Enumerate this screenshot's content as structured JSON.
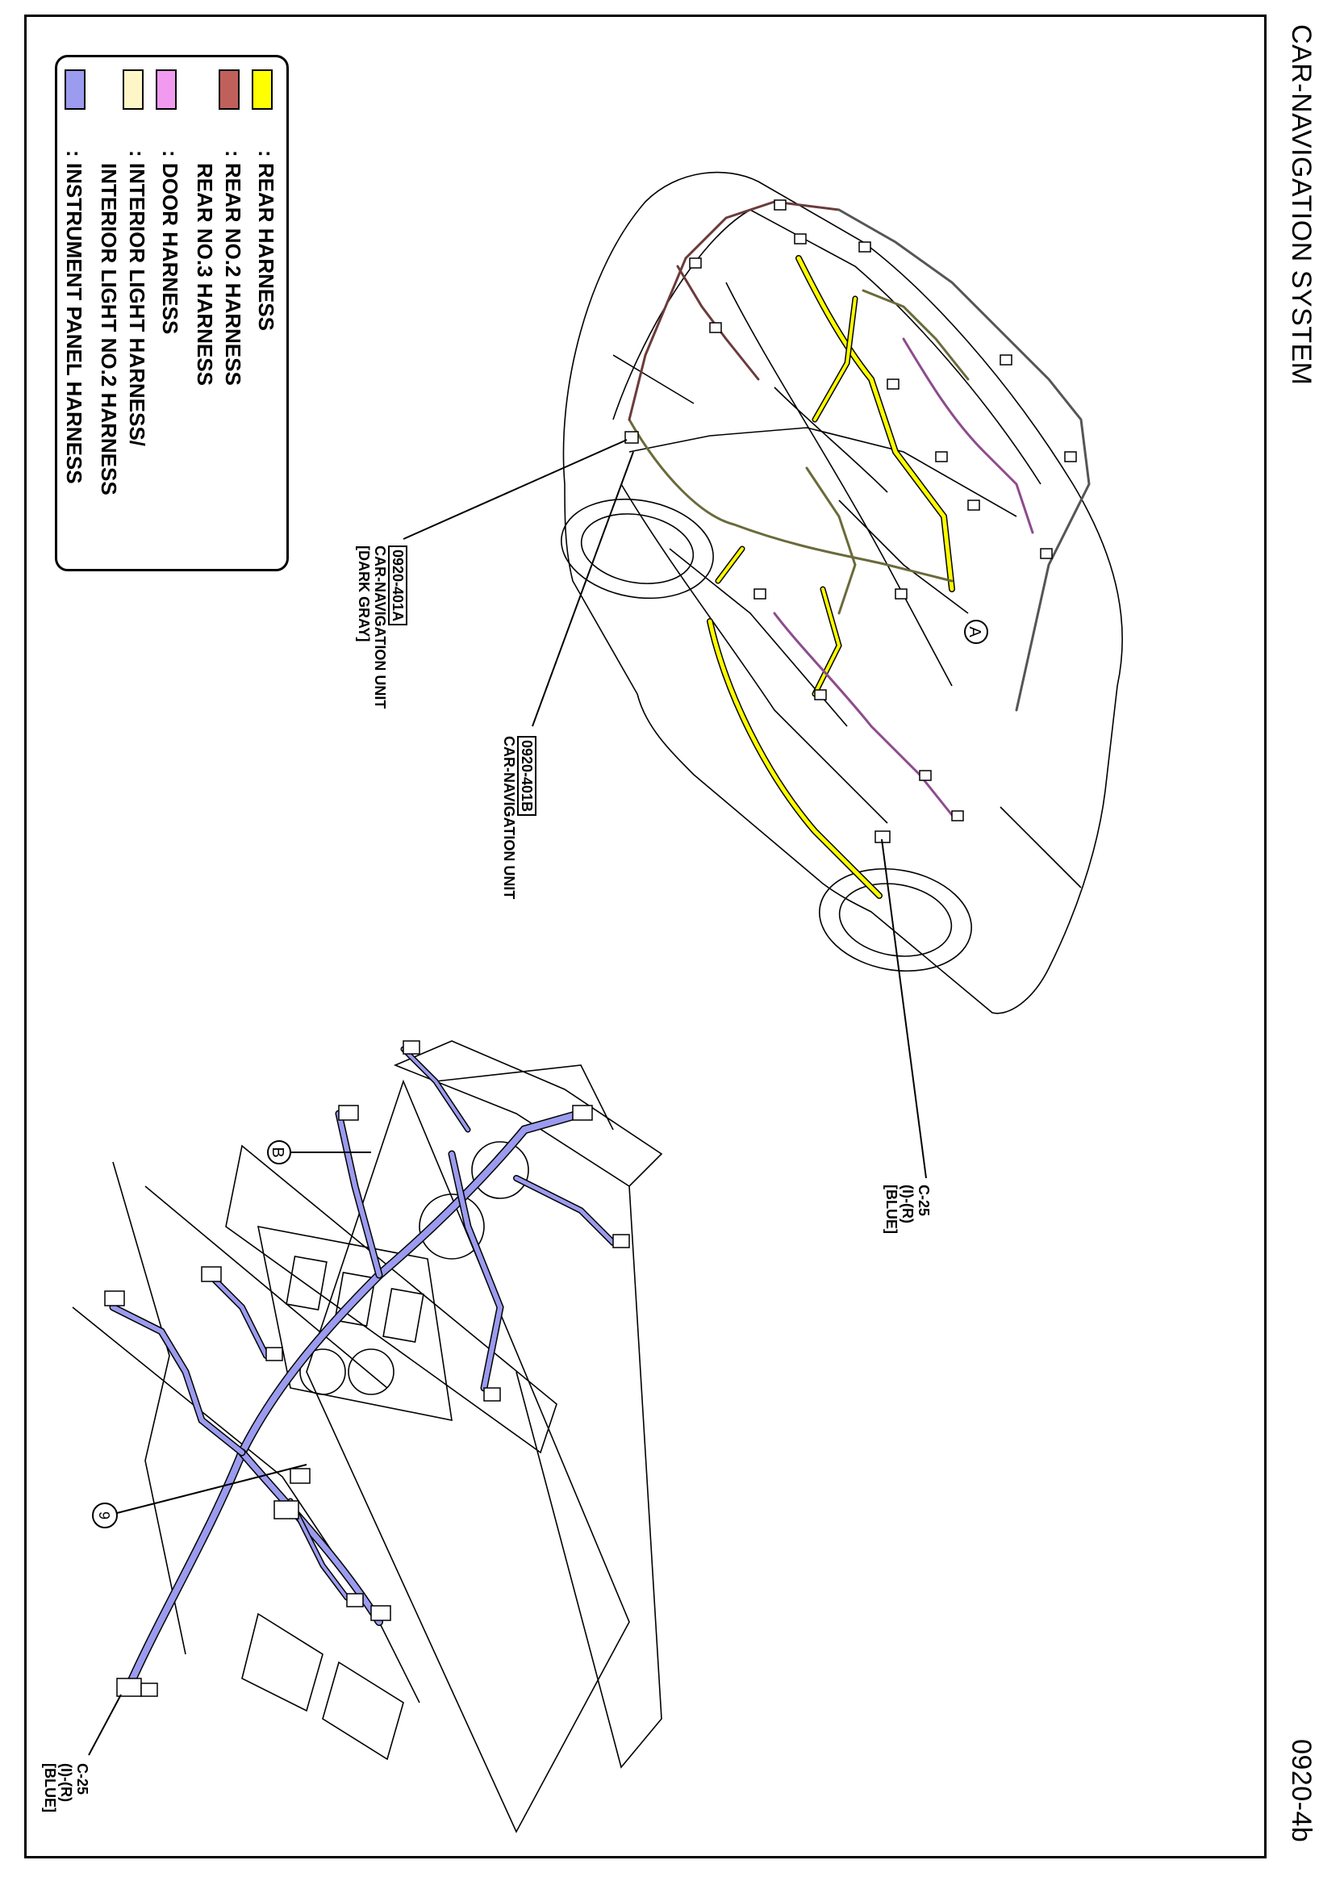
{
  "header": {
    "title": "CAR-NAVIGATION SYSTEM",
    "page_code": "0920-4b"
  },
  "legend": {
    "items": [
      {
        "label": ": REAR HARNESS",
        "color": "#ffff00"
      },
      {
        "label": ": REAR NO.2 HARNESS",
        "color": "#c0605a"
      },
      {
        "label": "REAR NO.3 HARNESS",
        "color": null
      },
      {
        "label": ": DOOR HARNESS",
        "color": "#f29af0"
      },
      {
        "label": ": INTERIOR LIGHT HARNESS/",
        "color": "#fff6c8"
      },
      {
        "label": "INTERIOR LIGHT NO.2 HARNESS",
        "color": null
      },
      {
        "label": ": INSTRUMENT PANEL HARNESS",
        "color": "#9b9bef"
      }
    ]
  },
  "callouts": {
    "c401a": {
      "code": "0920-401A",
      "line1": "CAR-NAVIGATION UNIT",
      "line2": "[DARK GRAY]"
    },
    "c401b": {
      "code": "0920-401B",
      "line1": "CAR-NAVIGATION UNIT"
    },
    "c25_top": {
      "line1": "C-25",
      "line2": "(I)-(R)",
      "line3": "[BLUE]"
    },
    "c25_bottom": {
      "line1": "C-25",
      "line2": "(I)-(R)",
      "line3": "[BLUE]"
    },
    "marker_a": "A",
    "marker_b": "B",
    "marker_9": "9"
  },
  "colors": {
    "rear_harness": "#ffff00",
    "rear_no2_harness": "#c0605a",
    "door_harness": "#f29af0",
    "interior_light_harness": "#fff6c8",
    "instrument_panel_harness": "#9b9bef",
    "outline": "#000000"
  }
}
